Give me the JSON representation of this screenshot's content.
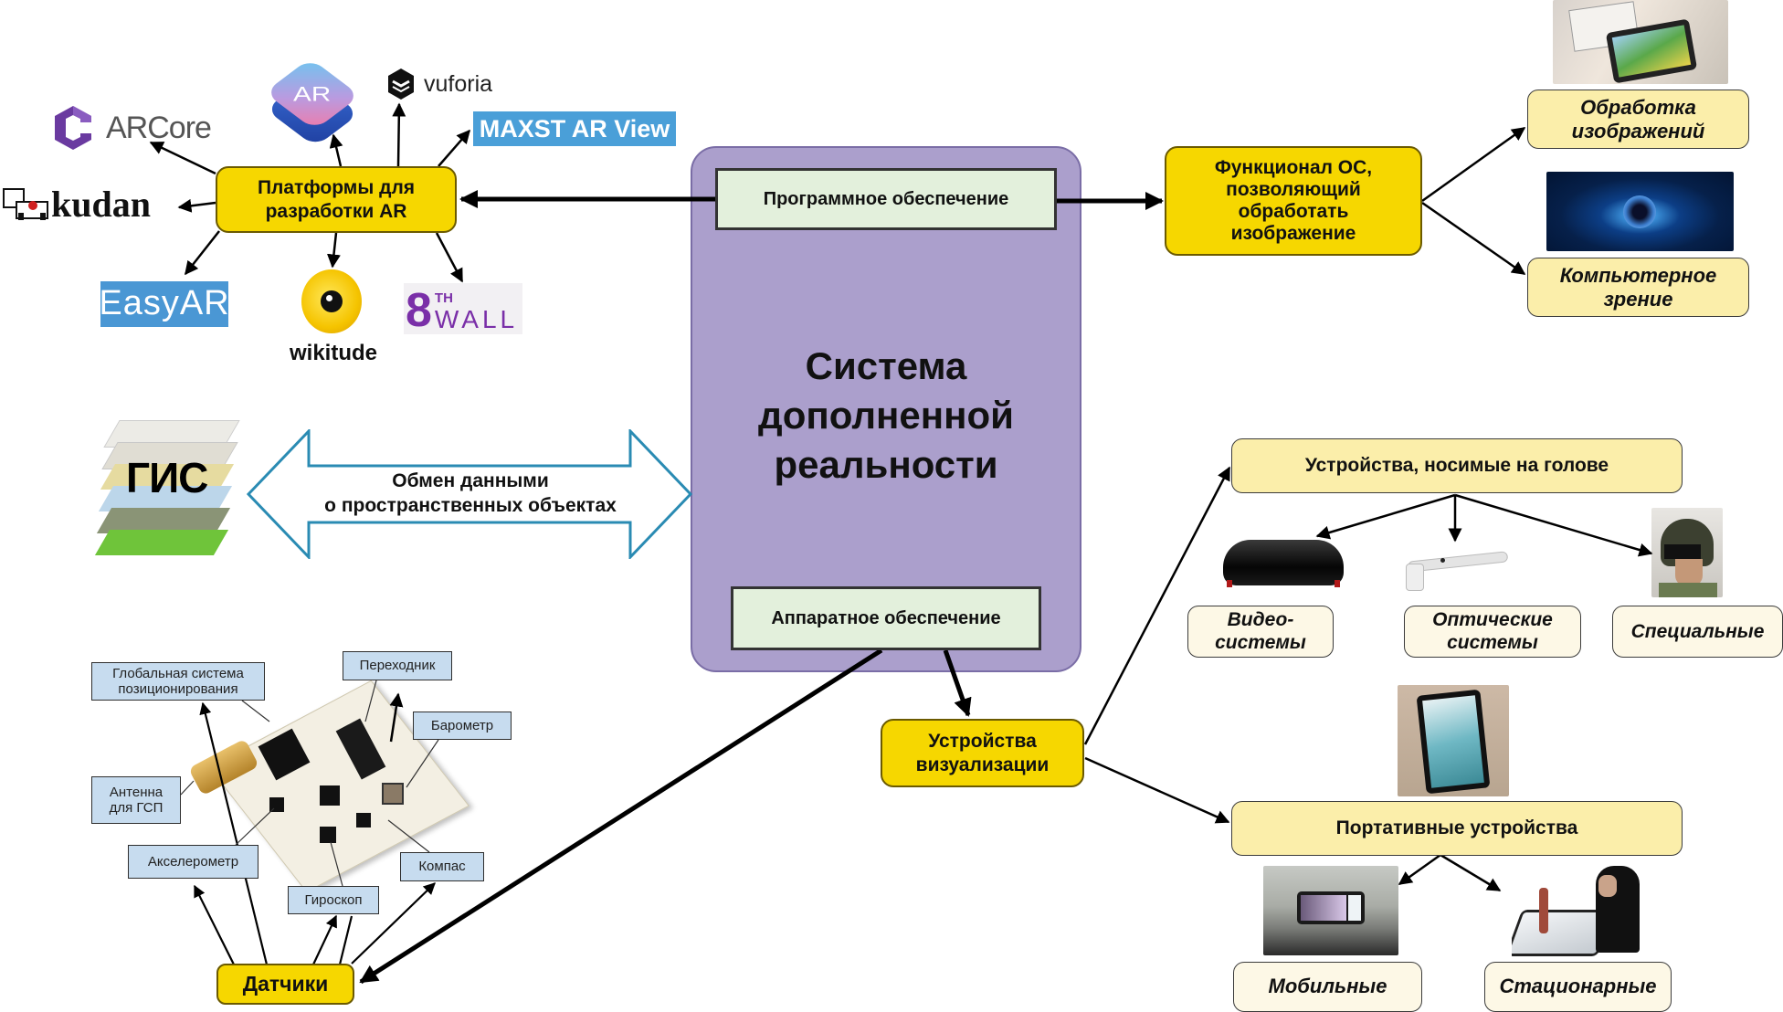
{
  "title": "Система дополненной реальности",
  "center": {
    "title_lines": [
      "Система",
      "дополненной",
      "реальности"
    ],
    "software": "Программное обеспечение",
    "hardware": "Аппаратное обеспечение",
    "color": "#ab9fcc"
  },
  "platforms": {
    "label_lines": [
      "Платформы для",
      "разработки AR"
    ],
    "logos": [
      {
        "name": "ARCore",
        "icon": "arcore-icon"
      },
      {
        "name": "ARKit",
        "icon": "arkit-icon",
        "glyph": "AR"
      },
      {
        "name": "vuforia",
        "icon": "vuforia-icon"
      },
      {
        "name": "MAXST AR View",
        "icon": "maxst-logo"
      },
      {
        "name": "kudan",
        "icon": "kudan-icon"
      },
      {
        "name": "EasyAR",
        "icon": "easyar-logo"
      },
      {
        "name": "wikitude",
        "icon": "wikitude-icon"
      },
      {
        "name": "8",
        "sup": "TH",
        "name2": "WALL",
        "icon": "8thwall-icon"
      }
    ]
  },
  "os_function": {
    "label_lines": [
      "Функционал ОС,",
      "позволяющий",
      "обработать",
      "изображение"
    ],
    "children": [
      {
        "label_lines": [
          "Обработка",
          "изображений"
        ],
        "image": "ar-tablet-photo"
      },
      {
        "label_lines": [
          "Компьютерное",
          "зрение"
        ],
        "image": "eye-photo"
      }
    ]
  },
  "gis": {
    "label": "ГИС",
    "exchange_lines": [
      "Обмен данными",
      "о пространственных объектах"
    ]
  },
  "sensors": {
    "label": "Датчики",
    "callouts": [
      {
        "label_lines": [
          "Глобальная система",
          "позиционирования"
        ]
      },
      {
        "label_lines": [
          "Переходник"
        ]
      },
      {
        "label_lines": [
          "Барометр"
        ]
      },
      {
        "label_lines": [
          "Антенна",
          "для ГСП"
        ]
      },
      {
        "label_lines": [
          "Акселерометр"
        ]
      },
      {
        "label_lines": [
          "Гироскоп"
        ]
      },
      {
        "label_lines": [
          "Компас"
        ]
      }
    ]
  },
  "visualization": {
    "label_lines": [
      "Устройства",
      "визуализации"
    ],
    "head_worn": {
      "label": "Устройства, носимые на голове",
      "children": [
        {
          "label_lines": [
            "Видео-",
            "системы"
          ],
          "image": "hololens-photo"
        },
        {
          "label_lines": [
            "Оптические",
            "системы"
          ],
          "image": "smart-glasses-photo"
        },
        {
          "label_lines": [
            "Специальные"
          ],
          "image": "helmet-photo"
        }
      ]
    },
    "portable": {
      "label": "Портативные устройства",
      "image": "tablet-ar-photo",
      "children": [
        {
          "label_lines": [
            "Мобильные"
          ],
          "image": "car-phone-photo"
        },
        {
          "label_lines": [
            "Стационарные"
          ],
          "image": "desk-hologram-photo"
        }
      ]
    }
  },
  "colors": {
    "yellow": "#f6d700",
    "cream": "#fbeeaa",
    "purple": "#ab9fcc",
    "green_box": "#e3f0dc",
    "callout_blue": "#c7dcef",
    "maxst_blue": "#4a9fd8",
    "easyar_blue": "#4a97d4",
    "arcore_purple": "#6a3aa0",
    "gis_arrow": "#2a8bb3"
  }
}
